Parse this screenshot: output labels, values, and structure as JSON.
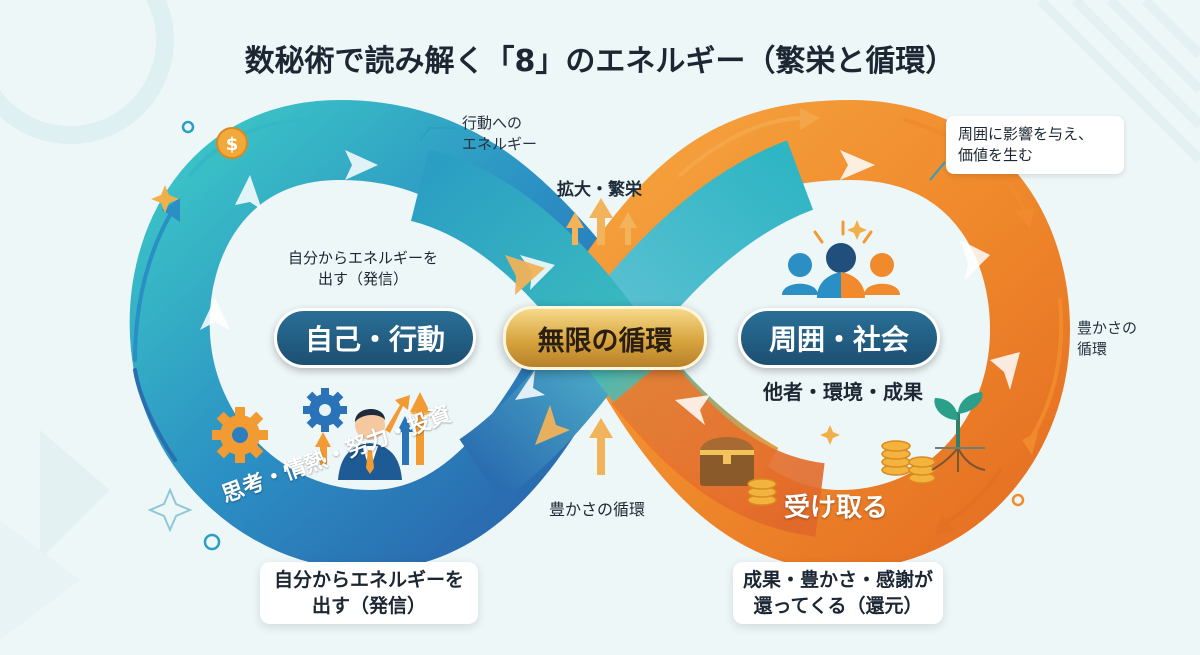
{
  "title": "数秘術で読み解く「8」のエネルギー（繁栄と循環）",
  "center_label": "無限の循環",
  "left": {
    "pill": "自己・行動",
    "note_line1": "自分からエネルギーを",
    "note_line2": "出す（発信）",
    "band_text": "思考・情熱・努力・投資"
  },
  "right": {
    "pill": "周囲・社会",
    "subtitle": "他者・環境・成果",
    "band_text": "受け取る",
    "side_line1": "豊かさの",
    "side_line2": "循環"
  },
  "top": {
    "action_line1": "行動への",
    "action_line2": "エネルギー",
    "expansion": "拡大・繁栄",
    "influence_line1": "周囲に影響を与え、",
    "influence_line2": "価値を生む"
  },
  "bottom": {
    "cycle": "豊かさの循環",
    "left_line1": "自分からエネルギーを",
    "left_line2": "出す（発信）",
    "right_line1": "成果・豊かさ・感謝が",
    "right_line2": "還ってくる（還元）"
  },
  "colors": {
    "teal": "#2bb3c0",
    "blue": "#2a6db0",
    "orange": "#f08a2c",
    "gold": "#d7a43e",
    "navy": "#1d4f72"
  },
  "icons": [
    "dollar-coin-icon",
    "gear-icon",
    "businessman-icon",
    "rising-arrows-icon",
    "people-group-icon",
    "treasure-chest-icon",
    "coin-stack-icon",
    "sprout-icon",
    "sparkle-icon"
  ]
}
